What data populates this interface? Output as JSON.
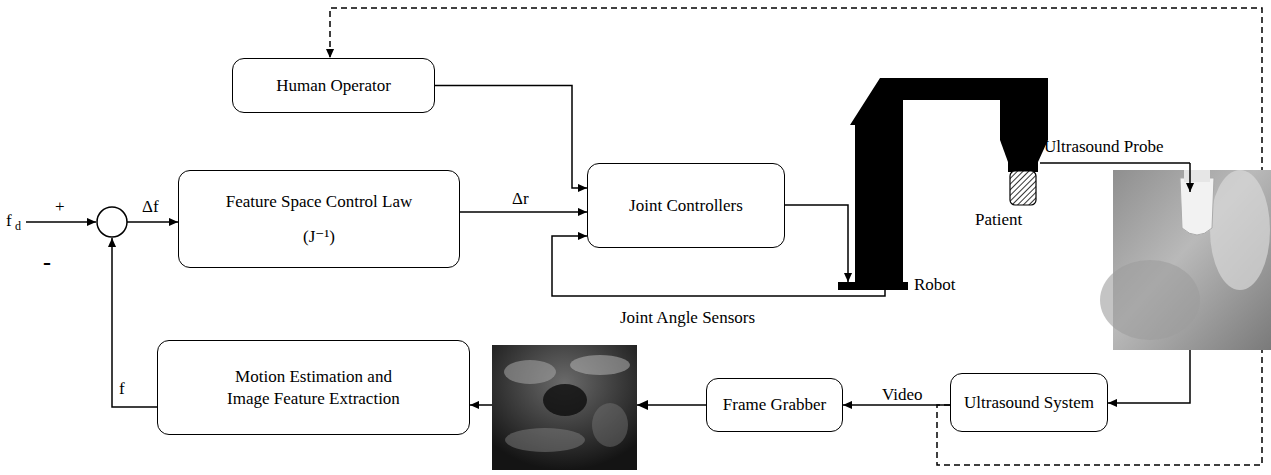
{
  "diagram": {
    "nodes": [
      {
        "text": [
          "Human Operator"
        ]
      },
      {
        "text": [
          "Feature Space Control Law",
          "(J⁻¹)"
        ]
      },
      {
        "text": [
          "Joint Controllers"
        ]
      },
      {
        "text": [
          "Motion Estimation and Image Feature Extraction"
        ]
      },
      {
        "text": [
          "Frame Grabber"
        ]
      },
      {
        "text": [
          "Ultrasound System"
        ]
      }
    ],
    "edges": [
      {
        "from": 0,
        "to": 2,
        "arrow": "to"
      },
      {
        "from": 1,
        "to": 2,
        "label": "Δr",
        "arrow": "to"
      },
      {
        "from": 5,
        "to": 4,
        "label": "Video",
        "arrow": "to"
      },
      {
        "from": 4,
        "to": 3,
        "arrow": "to"
      },
      {
        "from": 5,
        "to": 0,
        "arrow": "to"
      }
    ],
    "labels": [
      "f",
      "d",
      "+",
      "-",
      "Δf",
      "f",
      "Joint Angle Sensors",
      "Robot",
      "Patient",
      "Ultrasound Probe"
    ]
  }
}
